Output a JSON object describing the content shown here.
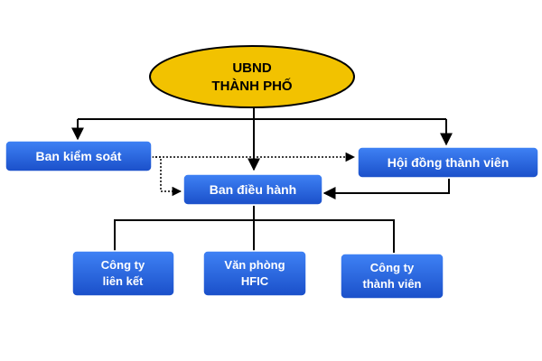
{
  "diagram": {
    "root": {
      "line1": "UBND",
      "line2": "THÀNH PHỐ"
    },
    "supervisory": {
      "label": "Ban kiểm soát"
    },
    "members_council": {
      "label": "Hội đồng thành viên"
    },
    "executive": {
      "label": "Ban điều hành"
    },
    "affiliates": {
      "line1": "Công ty",
      "line2": "liên kết"
    },
    "hfic_office": {
      "line1": "Văn phòng",
      "line2": "HFIC"
    },
    "member_companies": {
      "line1": "Công ty",
      "line2": "thành viên"
    },
    "colors": {
      "oval_fill": "#f2c200",
      "box_fill": "#1f5ad8",
      "box_fill_light": "#3a7bf0",
      "line": "#000000"
    }
  }
}
